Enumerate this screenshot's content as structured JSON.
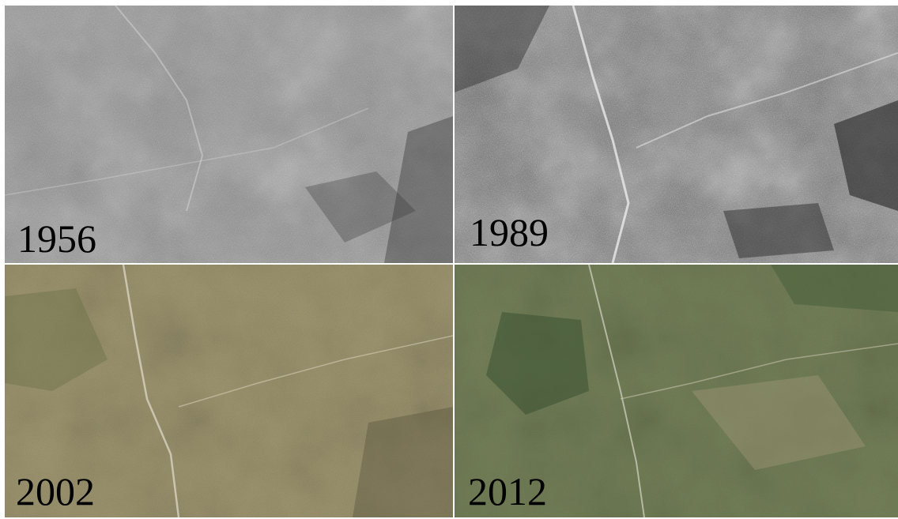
{
  "panels": [
    {
      "year": "1956"
    },
    {
      "year": "1989"
    },
    {
      "year": "2002"
    },
    {
      "year": "2012"
    }
  ]
}
